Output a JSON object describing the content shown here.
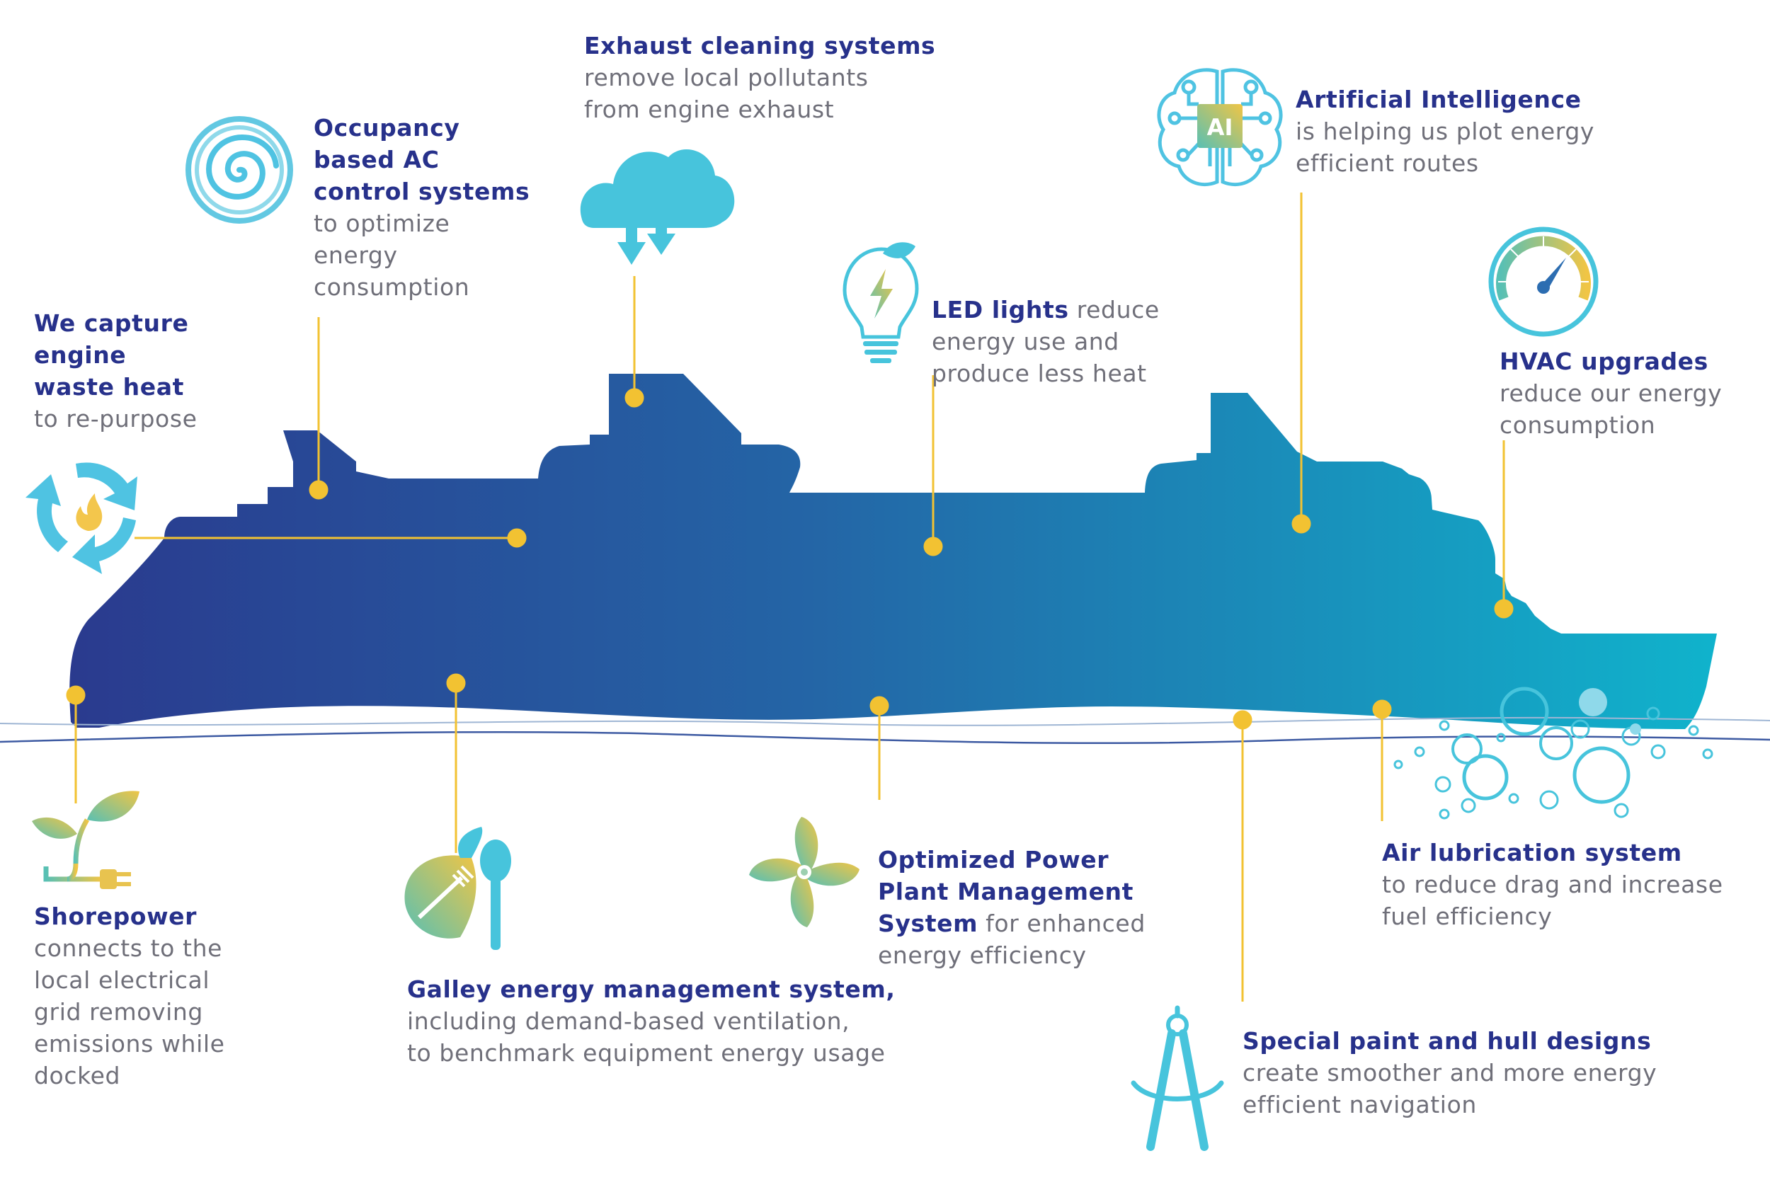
{
  "colors": {
    "ship_start": "#2a3a8e",
    "ship_end": "#10b3cc",
    "leader": "#f2c232",
    "title": "#27318b",
    "body": "#6f6f79",
    "icon_blue": "#47c4dc",
    "icon_yellow": "#e8c34f",
    "icon_green": "#6cc2a0"
  },
  "features": {
    "waste_heat": {
      "title": "We capture\nengine\nwaste heat",
      "desc": "to re-purpose",
      "icon": "recycle-flame-icon"
    },
    "occupancy_ac": {
      "title": "Occupancy\nbased AC\ncontrol systems",
      "desc": "to optimize\nenergy\nconsumption",
      "icon": "spiral-icon"
    },
    "exhaust": {
      "title": "Exhaust cleaning systems",
      "desc": "remove local pollutants\nfrom engine exhaust",
      "icon": "cloud-download-icon"
    },
    "led": {
      "title": "LED lights",
      "desc": " reduce\nenergy use and\nproduce less heat",
      "icon": "light-bulb-icon"
    },
    "ai": {
      "title": "Artificial Intelligence",
      "desc": "is helping us plot energy\nefficient routes",
      "icon": "ai-brain-icon",
      "chip_text": "AI"
    },
    "hvac": {
      "title": "HVAC upgrades",
      "desc": "reduce our energy\nconsumption",
      "icon": "gauge-icon"
    },
    "shorepower": {
      "title": "Shorepower",
      "desc": "connects to the\nlocal electrical\ngrid removing\nemissions while\ndocked",
      "icon": "plant-plug-icon"
    },
    "galley": {
      "title": "Galley energy management system,",
      "desc": "including demand-based ventilation,\nto benchmark equipment energy usage",
      "icon": "leaf-fork-spoon-icon"
    },
    "power_plant": {
      "title": "Optimized Power\nPlant Management\nSystem",
      "desc": " for enhanced\nenergy efficiency",
      "icon": "propeller-icon"
    },
    "paint_hull": {
      "title": "Special paint and hull designs",
      "desc": "create smoother and more energy\nefficient navigation",
      "icon": "compass-icon"
    },
    "air_lube": {
      "title": "Air lubrication system",
      "desc": "to reduce drag and increase\nfuel efficiency",
      "icon": "bubbles-icon"
    }
  }
}
